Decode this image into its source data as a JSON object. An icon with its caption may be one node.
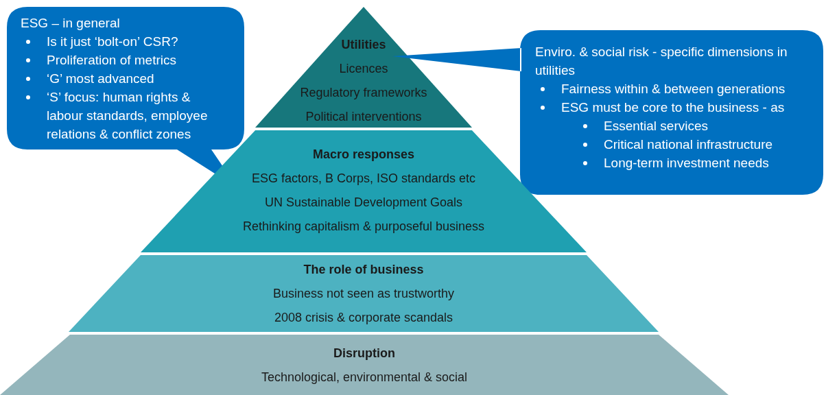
{
  "diagram": {
    "nodes": [
      {
        "text": [
          "ESG – in general",
          "Is it just ‘bolt-on’ CSR?",
          "Proliferation of metrics",
          "‘G’ most advanced",
          "‘S’ focus: human rights & labour standards, employee relations & conflict zones"
        ]
      },
      {
        "text": [
          "Utilities",
          "Licences",
          "Regulatory frameworks",
          "Political interventions"
        ]
      },
      {
        "text": [
          "Enviro. & social risk - specific dimensions in utilities",
          "Fairness within & between generations",
          "ESG must be core to the business - as",
          "Essential services",
          "Critical national infrastructure",
          "Long-term investment needs"
        ]
      },
      {
        "text": [
          "Macro responses",
          "ESG factors, B Corps, ISO standards etc",
          "UN Sustainable Development Goals",
          "Rethinking capitalism & purposeful business"
        ]
      },
      {
        "text": [
          "The role of business",
          "Business not seen as trustworthy",
          "2008 crisis & corporate scandals"
        ]
      },
      {
        "text": [
          "Disruption",
          "Technological, environmental & social"
        ]
      }
    ]
  }
}
